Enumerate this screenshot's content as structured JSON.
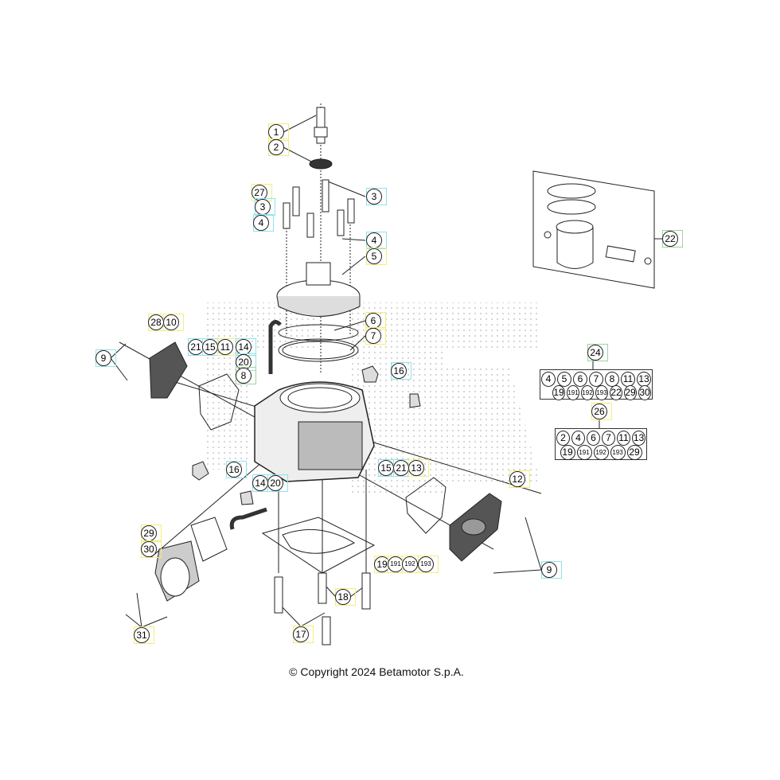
{
  "colors": {
    "cyan": "#8fe3f0",
    "yellow": "#f3ee7c",
    "green": "#9fd39f",
    "line": "#222222"
  },
  "callouts": [
    {
      "label": "1",
      "hl": "yellow"
    },
    {
      "label": "2",
      "hl": "yellow"
    },
    {
      "label": "27",
      "hl": "yellow"
    },
    {
      "label": "3",
      "hl": "cyan"
    },
    {
      "label": "4",
      "hl": "cyan"
    },
    {
      "label": "3",
      "hl": "cyan"
    },
    {
      "label": "4",
      "hl": "cyan"
    },
    {
      "label": "5",
      "hl": "yellow"
    },
    {
      "label": "6",
      "hl": "yellow"
    },
    {
      "label": "7",
      "hl": "yellow"
    },
    {
      "label": "22",
      "hl": "green"
    },
    {
      "label": "24",
      "hl": "green"
    },
    {
      "label": "26",
      "hl": "yellow"
    },
    {
      "label": "28",
      "hl": "yellow"
    },
    {
      "label": "10",
      "hl": "yellow"
    },
    {
      "label": "9",
      "hl": "cyan"
    },
    {
      "label": "21",
      "hl": "cyan"
    },
    {
      "label": "15",
      "hl": "cyan"
    },
    {
      "label": "11",
      "hl": "yellow"
    },
    {
      "label": "14",
      "hl": "cyan"
    },
    {
      "label": "20",
      "hl": "cyan"
    },
    {
      "label": "8",
      "hl": "green"
    },
    {
      "label": "16",
      "hl": "cyan"
    },
    {
      "label": "16",
      "hl": "cyan"
    },
    {
      "label": "14",
      "hl": "cyan"
    },
    {
      "label": "20",
      "hl": "cyan"
    },
    {
      "label": "15",
      "hl": "cyan"
    },
    {
      "label": "21",
      "hl": "cyan"
    },
    {
      "label": "13",
      "hl": "yellow"
    },
    {
      "label": "12",
      "hl": "yellow"
    },
    {
      "label": "29",
      "hl": "yellow"
    },
    {
      "label": "30",
      "hl": "yellow"
    },
    {
      "label": "19",
      "hl": "yellow"
    },
    {
      "label": "191",
      "hl": "yellow"
    },
    {
      "label": "192",
      "hl": "yellow"
    },
    {
      "label": "193",
      "hl": "yellow"
    },
    {
      "label": "9",
      "hl": "cyan"
    },
    {
      "label": "18",
      "hl": "yellow"
    },
    {
      "label": "17",
      "hl": "yellow"
    },
    {
      "label": "31",
      "hl": "yellow"
    }
  ],
  "kits": [
    {
      "row1": [
        "4",
        "5",
        "6",
        "7",
        "8",
        "11",
        "13"
      ],
      "row2": [
        "19",
        "191",
        "192",
        "193",
        "22",
        "29",
        "30"
      ]
    },
    {
      "row1": [
        "2",
        "4",
        "6",
        "7",
        "11",
        "13"
      ],
      "row2": [
        "19",
        "191",
        "192",
        "193",
        "29"
      ]
    }
  ],
  "copyright": "© Copyright 2024 Betamotor S.p.A."
}
